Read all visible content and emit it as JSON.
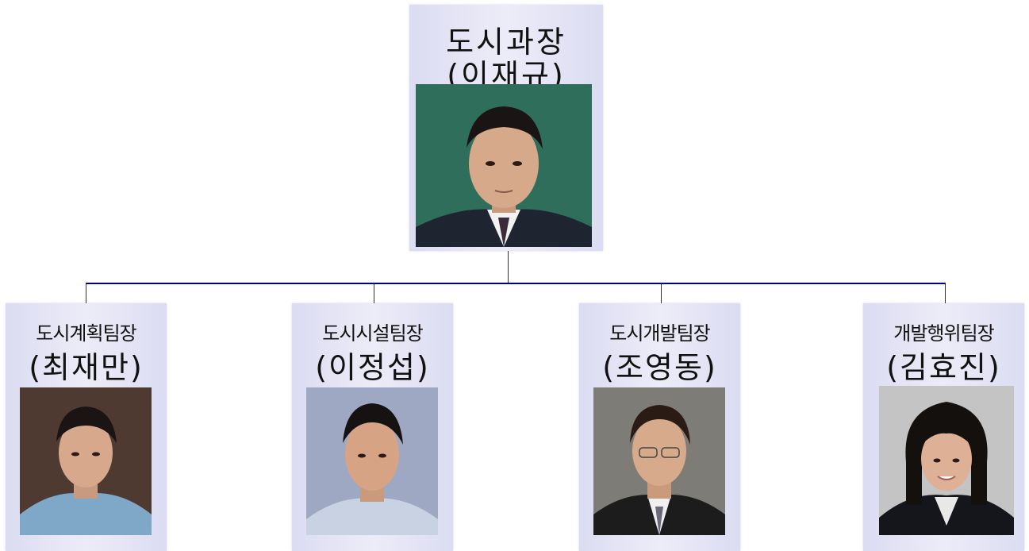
{
  "chief": {
    "title": "도시과장",
    "name": "(이재규)"
  },
  "teams": [
    {
      "title": "도시계획팀장",
      "name": "(최재만)"
    },
    {
      "title": "도시시설팀장",
      "name": "(이정섭)"
    },
    {
      "title": "도시개발팀장",
      "name": "(조영동)"
    },
    {
      "title": "개발행위팀장",
      "name": "(김효진)"
    }
  ],
  "colors": {
    "connector": "#000080",
    "card_bg": "#e4e4f4"
  }
}
